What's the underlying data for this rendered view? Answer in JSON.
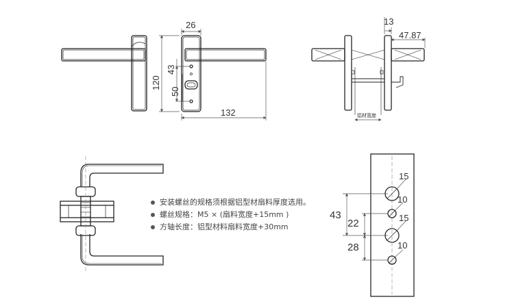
{
  "colors": {
    "outline": "#222222",
    "dimension": "#555555",
    "background": "#ffffff"
  },
  "dimensions": {
    "rose_width": "26",
    "rose_height": "120",
    "screw_offset": "43",
    "keyhole_offset": "50",
    "handle_length": "132",
    "thickness": "13",
    "projection": "47.87"
  },
  "side_view_label": "铝材宽度",
  "notes": [
    "安装螺丝的规格须根据铝型材扇料厚度选用。",
    "螺丝规格：M5 × (扇料宽度+15mm )",
    "方轴长度：铝型材料扇料宽度+30mm"
  ],
  "hole_pattern": {
    "spacing_total": "43",
    "spacing_upper": "22",
    "spacing_lower": "28",
    "holes": [
      "15",
      "10",
      "15",
      "10"
    ]
  }
}
